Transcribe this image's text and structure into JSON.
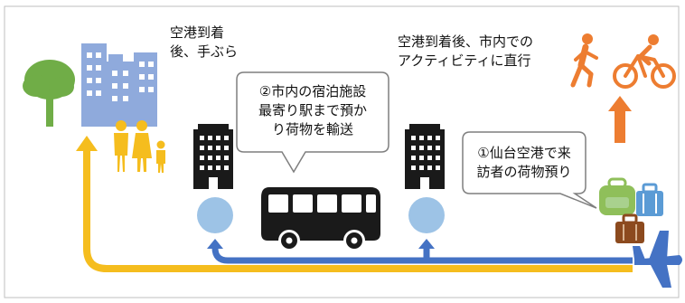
{
  "texts": {
    "arrive_hands_free": [
      "空港到着",
      "後、手ぶら"
    ],
    "arrive_activity": [
      "空港到着後、市内での",
      "アクティビティに直行"
    ],
    "bubble_center": [
      "②市内の宿泊施設",
      "最寄り駅まで預か",
      "り荷物を輸送"
    ],
    "bubble_right": [
      "①仙台空港で来",
      "訪者の荷物預り"
    ]
  },
  "colors": {
    "yellow": "#f5bd1e",
    "blue": "#4472c4",
    "orange": "#ed7d31",
    "building_blue": "#8faadc",
    "tree_green": "#70ad47",
    "station": "#9dc3e6",
    "dark": "#1a1a1a",
    "luggage_green": "#8fbf5a",
    "luggage_blue": "#5b9bd5",
    "luggage_brown": "#8c4a1e"
  },
  "icons": [
    "tree-icon",
    "city-buildings-icon",
    "family-icon",
    "hotel-building-icon",
    "bus-icon",
    "walking-person-icon",
    "cyclist-icon",
    "backpack-icon",
    "suitcase-icon",
    "airplane-icon",
    "station-circle-icon"
  ]
}
